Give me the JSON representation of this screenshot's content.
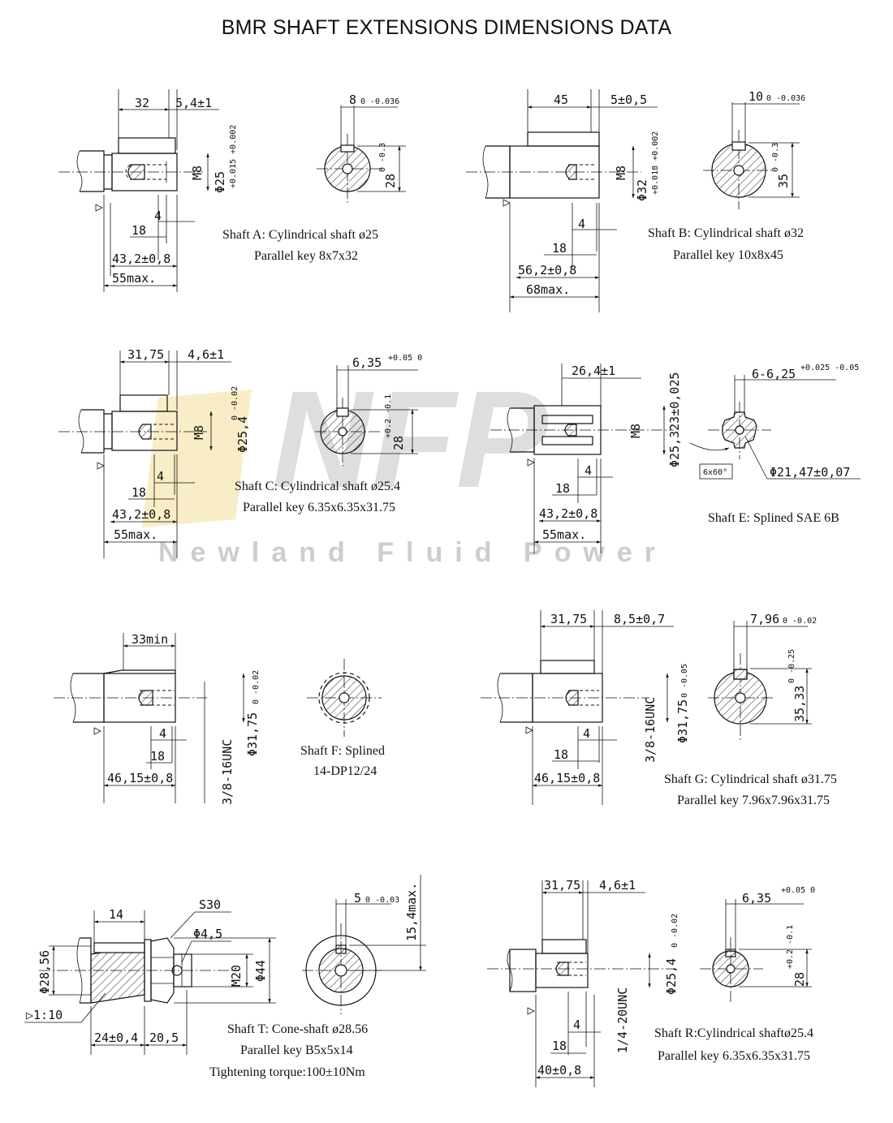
{
  "title": "BMR SHAFT EXTENSIONS DIMENSIONS DATA",
  "watermark": {
    "logo_text": "NFP",
    "company": "Newland Fluid Power",
    "accent": "#f6e7b4"
  },
  "shafts": {
    "A": {
      "caption1": "Shaft A: Cylindrical shaft ø25",
      "caption2": "Parallel key 8x7x32",
      "d1": "32",
      "d2": "5,4±1",
      "d3": "4",
      "d4": "18",
      "d5": "43,2±0,8",
      "d6": "55max.",
      "thread": "M8",
      "dia": "Φ25",
      "dia_tol": "+0.015 +0.002",
      "key_w": "8",
      "key_w_tol": "0 -0.036",
      "key_h": "28",
      "key_h_tol": "0 -0.3"
    },
    "B": {
      "caption1": "Shaft B: Cylindrical shaft ø32",
      "caption2": "Parallel key 10x8x45",
      "d1": "45",
      "d2": "5±0,5",
      "d3": "4",
      "d4": "18",
      "d5": "56,2±0,8",
      "d6": "68max.",
      "thread": "M8",
      "dia": "Φ32",
      "dia_tol": "+0.018 +0.002",
      "key_w": "10",
      "key_w_tol": "0 -0.036",
      "key_h": "35",
      "key_h_tol": "0 -0.3"
    },
    "C": {
      "caption1": "Shaft C: Cylindrical shaft ø25.4",
      "caption2": "Parallel key 6.35x6.35x31.75",
      "d1": "31,75",
      "d2": "4,6±1",
      "d3": "4",
      "d4": "18",
      "d5": "43,2±0,8",
      "d6": "55max.",
      "thread": "M8",
      "dia": "Φ25,4",
      "dia_tol": "0 -0.02",
      "key_w": "6,35",
      "key_w_tol": "+0.05 0",
      "key_h": "28",
      "key_h_tol": "+0.2 -0.1"
    },
    "E": {
      "caption1": "Shaft E: Splined SAE 6B",
      "d1": "26,4±1",
      "d3": "4",
      "d4": "18",
      "d5": "43,2±0,8",
      "d6": "55max.",
      "thread": "M8",
      "dia": "Φ25,323±0,025",
      "spline_w": "6-6,25",
      "spline_w_tol": "+0.025 -0.05",
      "minor": "Φ21,47±0,07",
      "teeth": "6x60°"
    },
    "F": {
      "caption1": "Shaft F: Splined",
      "caption2": "14-DP12/24",
      "d1": "33min",
      "d3": "4",
      "d4": "18",
      "d5": "46,15±0,8",
      "thread": "3/8-16UNC",
      "dia": "Φ31,75",
      "dia_tol": "0 -0.02"
    },
    "G": {
      "caption1": "Shaft G: Cylindrical shaft ø31.75",
      "caption2": "Parallel key 7.96x7.96x31.75",
      "d1": "31,75",
      "d2": "8,5±0,7",
      "d3": "4",
      "d4": "18",
      "d5": "46,15±0,8",
      "thread": "3/8-16UNC",
      "dia": "Φ31,75",
      "dia_tol": "0 -0.05",
      "key_w": "7,96",
      "key_w_tol": "0 -0.02",
      "key_h": "35,33",
      "key_h_tol": "0 -0.25"
    },
    "T": {
      "caption1": "Shaft T: Cone-shaft ø28.56",
      "caption2": "Parallel key B5x5x14",
      "caption3": "Tightening torque:100±10Nm",
      "d1": "14",
      "nut": "S30",
      "pin": "Φ4,5",
      "thread": "M20",
      "outer": "Φ44",
      "dia": "Φ28,56",
      "taper": "▷1:10",
      "d5": "24±0,4",
      "d6": "20,5",
      "key_w": "5",
      "key_w_tol": "0 -0.03",
      "key_h": "15,4max."
    },
    "R": {
      "caption1": "Shaft R:Cylindrical shaftø25.4",
      "caption2": "Parallel key 6.35x6.35x31.75",
      "d1": "31,75",
      "d2": "4,6±1",
      "d3": "4",
      "d4": "18",
      "d5": "40±0,8",
      "thread": "1/4-20UNC",
      "dia": "Φ25,4",
      "dia_tol": "0 -0.02",
      "key_w": "6,35",
      "key_w_tol": "+0.05 0",
      "key_h": "28",
      "key_h_tol": "+0.2 -0.1"
    }
  }
}
